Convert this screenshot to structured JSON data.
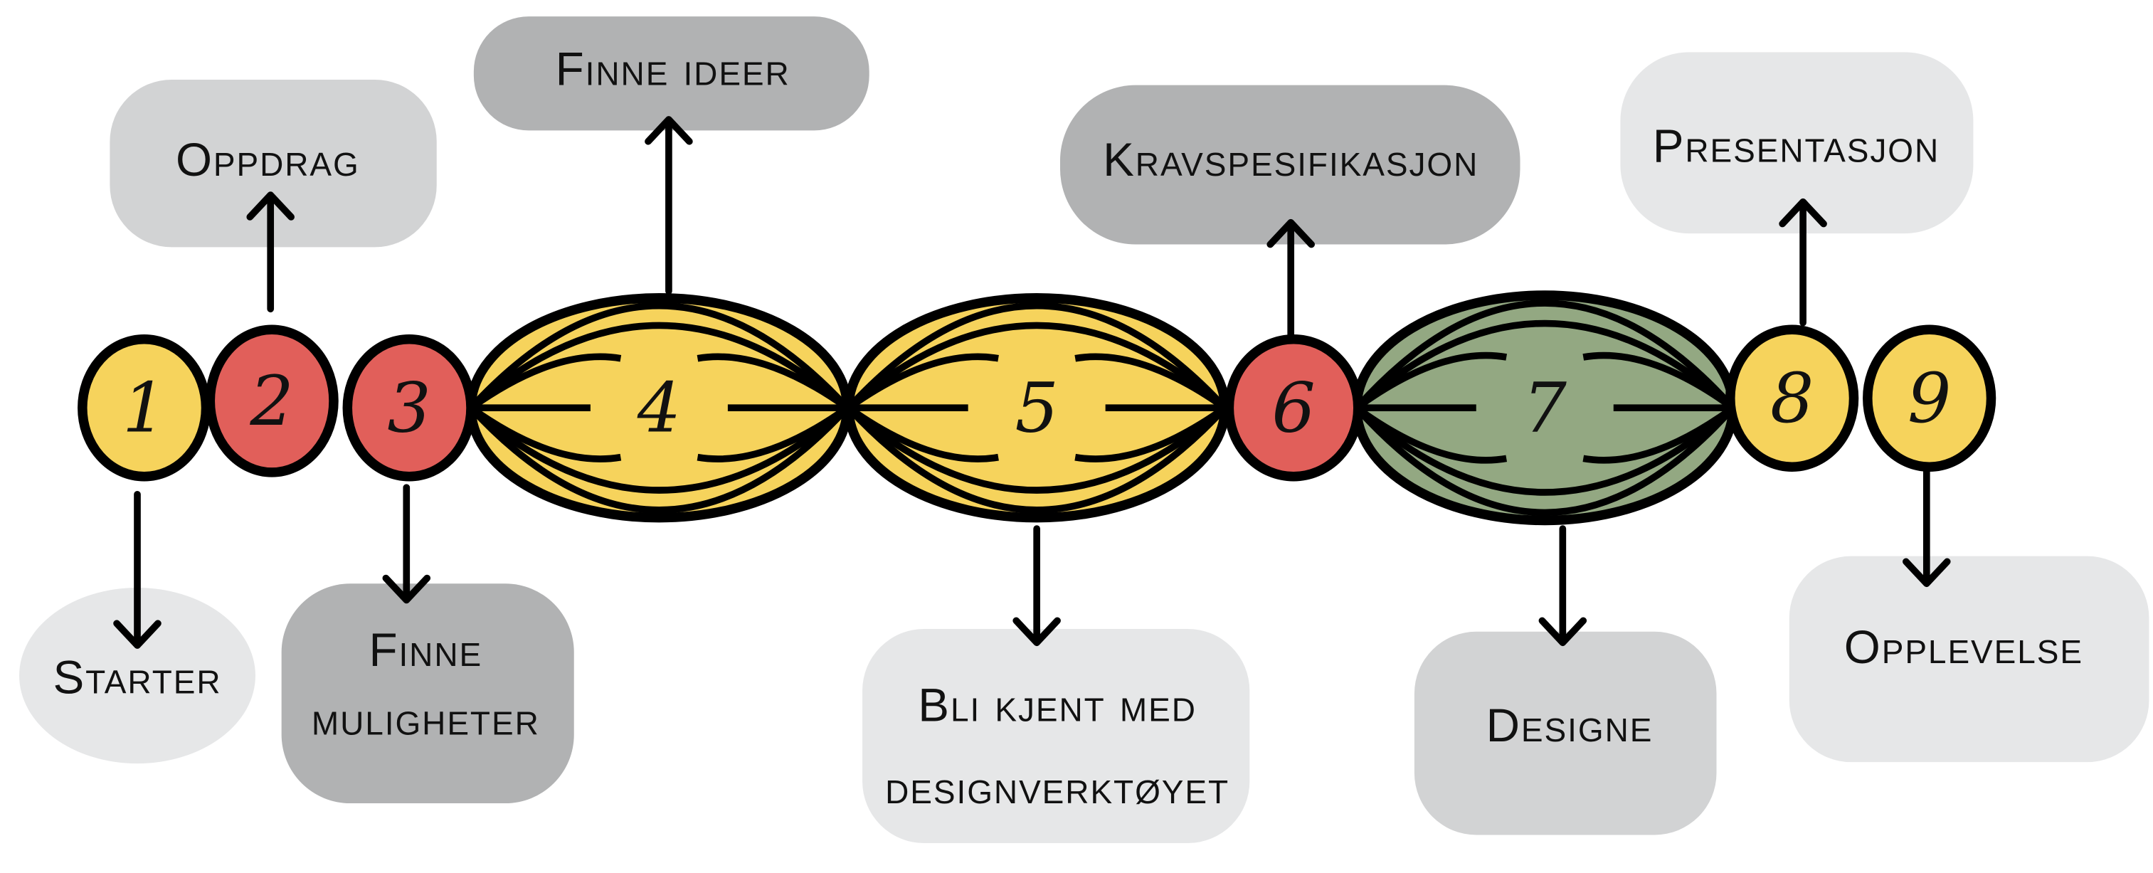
{
  "colors": {
    "yellow": "#f6d35c",
    "red": "#e15f5a",
    "green": "#93a882",
    "light": "#e6e7e8",
    "mid": "#d2d3d4",
    "dark": "#b1b2b3"
  },
  "steps": [
    {
      "number": "1",
      "label": [
        "Starter"
      ],
      "color": "yellow"
    },
    {
      "number": "2",
      "label": [
        "Oppdrag"
      ],
      "color": "red"
    },
    {
      "number": "3",
      "label": [
        "Finne",
        "muligheter"
      ],
      "color": "red"
    },
    {
      "number": "4",
      "label": [
        "Finne ideer"
      ],
      "color": "yellow"
    },
    {
      "number": "5",
      "label": [
        "Bli kjent med",
        "designverktøyet"
      ],
      "color": "yellow"
    },
    {
      "number": "6",
      "label": [
        "Kravspesifikasjon"
      ],
      "color": "red"
    },
    {
      "number": "7",
      "label": [
        "Designe"
      ],
      "color": "green"
    },
    {
      "number": "8",
      "label": [
        "Presentasjon"
      ],
      "color": "yellow"
    },
    {
      "number": "9",
      "label": [
        "Opplevelse"
      ],
      "color": "yellow"
    }
  ]
}
